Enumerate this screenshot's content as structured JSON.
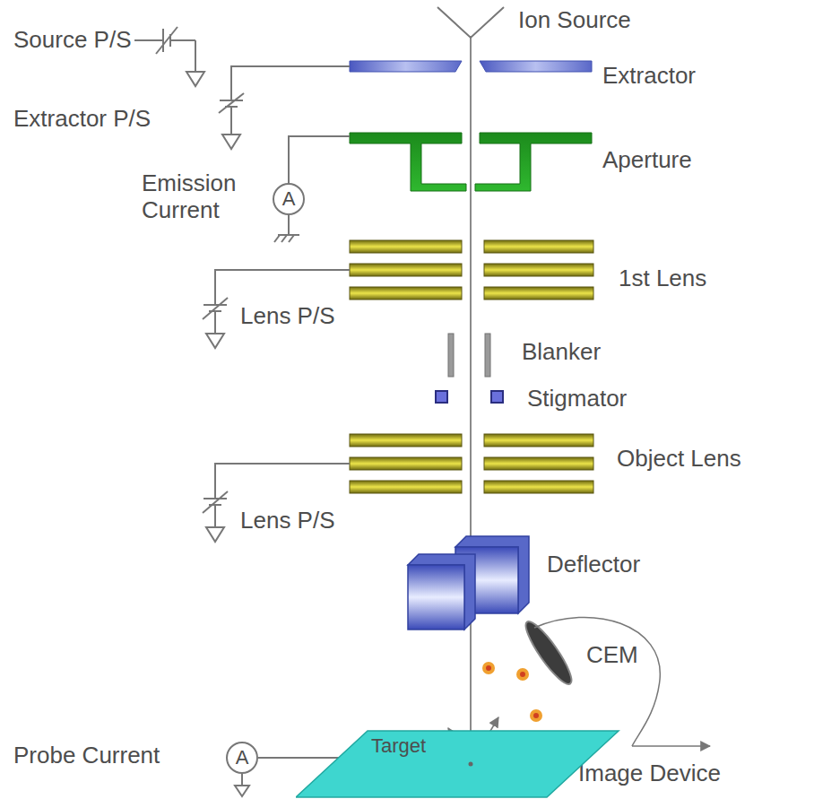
{
  "diagram": {
    "nodes": [
      {
        "text": [
          "A"
        ]
      },
      {
        "text": [
          "A"
        ]
      },
      {
        "text": [
          "Target"
        ]
      }
    ],
    "labels": [
      "Ion Source",
      "Source P/S",
      "Extractor",
      "Extractor P/S",
      "Aperture",
      "Emission Current",
      "1st Lens",
      "Lens P/S",
      "Blanker",
      "Stigmator",
      "Object Lens",
      "Lens P/S",
      "Deflector",
      "CEM",
      "Probe Current",
      "Image Device"
    ]
  }
}
